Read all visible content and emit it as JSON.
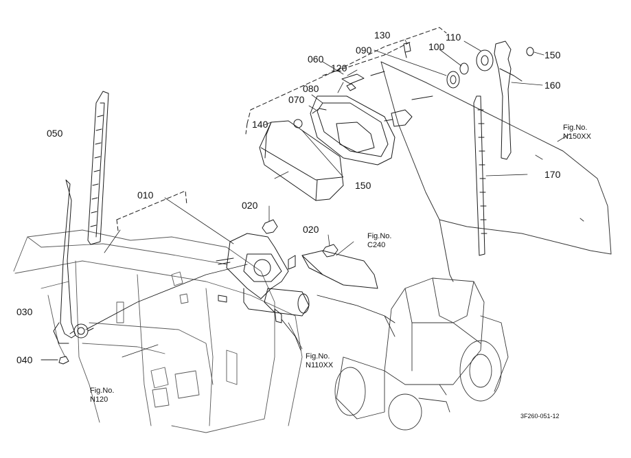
{
  "diagram": {
    "part_numbers": {
      "p010": "010",
      "p020a": "020",
      "p020b": "020",
      "p030": "030",
      "p040": "040",
      "p050": "050",
      "p060": "060",
      "p070": "070",
      "p080": "080",
      "p090": "090",
      "p100": "100",
      "p110": "110",
      "p120": "120",
      "p130": "130",
      "p140": "140",
      "p150a": "150",
      "p150b": "150",
      "p160": "160",
      "p170": "170"
    },
    "figure_refs": {
      "n150": {
        "line1": "Fig.No.",
        "line2": "N150XX"
      },
      "c240": {
        "line1": "Fig.No.",
        "line2": "C240"
      },
      "n110": {
        "line1": "Fig.No.",
        "line2": "N110XX"
      },
      "n120": {
        "line1": "Fig.No.",
        "line2": "N120"
      }
    },
    "drawing_code": "3F260-051-12"
  }
}
